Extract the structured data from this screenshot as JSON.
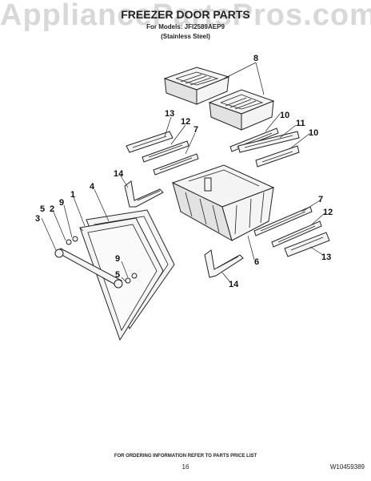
{
  "watermark": "AppliancePartsPros.com",
  "header": {
    "title": "FREEZER DOOR PARTS",
    "model_line": "For Models: JFI2589AEP9",
    "finish_line": "(Stainless Steel)"
  },
  "callouts": {
    "c8": "8",
    "c13a": "13",
    "c12a": "12",
    "c7a": "7",
    "c10a": "10",
    "c11": "11",
    "c10b": "10",
    "c14a": "14",
    "c4": "4",
    "c1": "1",
    "c2": "2",
    "c9a": "9",
    "c5a": "5",
    "c3": "3",
    "c7b": "7",
    "c12b": "12",
    "c6": "6",
    "c13b": "13",
    "c9b": "9",
    "c5b": "5",
    "c14b": "14"
  },
  "footer": {
    "ordering_note": "FOR ORDERING INFORMATION REFER TO PARTS PRICE LIST",
    "page_number": "16",
    "doc_number": "W10459389"
  }
}
